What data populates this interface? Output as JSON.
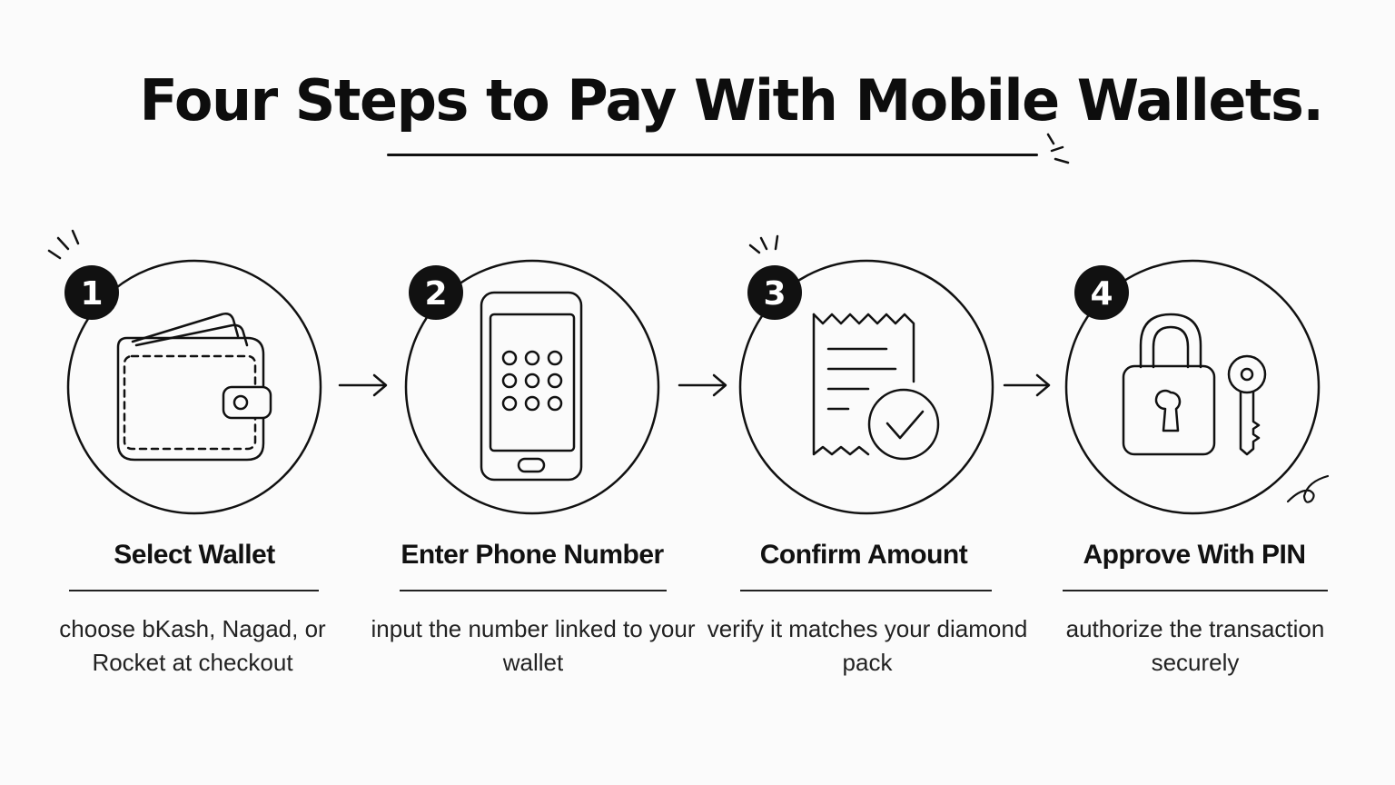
{
  "title": "Four Steps to Pay With Mobile Wallets.",
  "steps": [
    {
      "number": "1",
      "title": "Select Wallet",
      "description": "choose bKash, Nagad, or Rocket at checkout",
      "icon": "wallet-icon"
    },
    {
      "number": "2",
      "title": "Enter Phone Number",
      "description": "input the number linked to your wallet",
      "icon": "smartphone-keypad-icon"
    },
    {
      "number": "3",
      "title": "Confirm Amount",
      "description": "verify it matches your diamond pack",
      "icon": "receipt-check-icon"
    },
    {
      "number": "4",
      "title": "Approve With PIN",
      "description": "authorize the transaction securely",
      "icon": "padlock-key-icon"
    }
  ],
  "colors": {
    "ink": "#111111",
    "background": "#fbfbfb",
    "badge": "#111111",
    "badge_text": "#ffffff"
  }
}
